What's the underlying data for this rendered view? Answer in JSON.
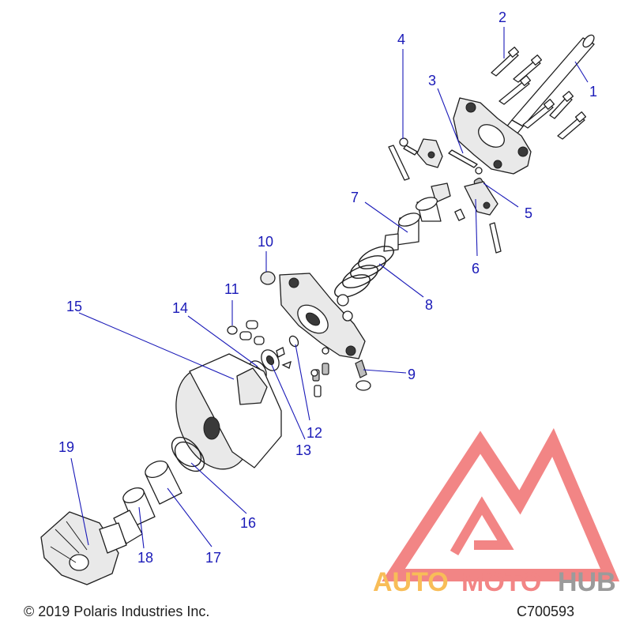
{
  "callouts": [
    {
      "id": "1",
      "label": "1"
    },
    {
      "id": "2",
      "label": "2"
    },
    {
      "id": "3",
      "label": "3"
    },
    {
      "id": "4",
      "label": "4"
    },
    {
      "id": "5",
      "label": "5"
    },
    {
      "id": "6",
      "label": "6"
    },
    {
      "id": "7",
      "label": "7"
    },
    {
      "id": "8",
      "label": "8"
    },
    {
      "id": "9",
      "label": "9"
    },
    {
      "id": "10",
      "label": "10"
    },
    {
      "id": "11",
      "label": "11"
    },
    {
      "id": "12",
      "label": "12"
    },
    {
      "id": "13",
      "label": "13"
    },
    {
      "id": "14",
      "label": "14"
    },
    {
      "id": "15",
      "label": "15"
    },
    {
      "id": "16",
      "label": "16"
    },
    {
      "id": "17",
      "label": "17"
    },
    {
      "id": "18",
      "label": "18"
    },
    {
      "id": "19",
      "label": "19"
    }
  ],
  "footer": {
    "copyright": "© 2019 Polaris Industries Inc.",
    "diagram_code": "C700593"
  },
  "watermark": {
    "text_auto": "AUTO",
    "text_moto": "MOTO",
    "text_hub": "HUB"
  },
  "colors": {
    "callout": "#1a1ab8",
    "line_art": "#1e1e1e",
    "watermark_red": "#f07070",
    "watermark_orange": "#f7b23b",
    "watermark_gray": "#8a8a8a"
  }
}
